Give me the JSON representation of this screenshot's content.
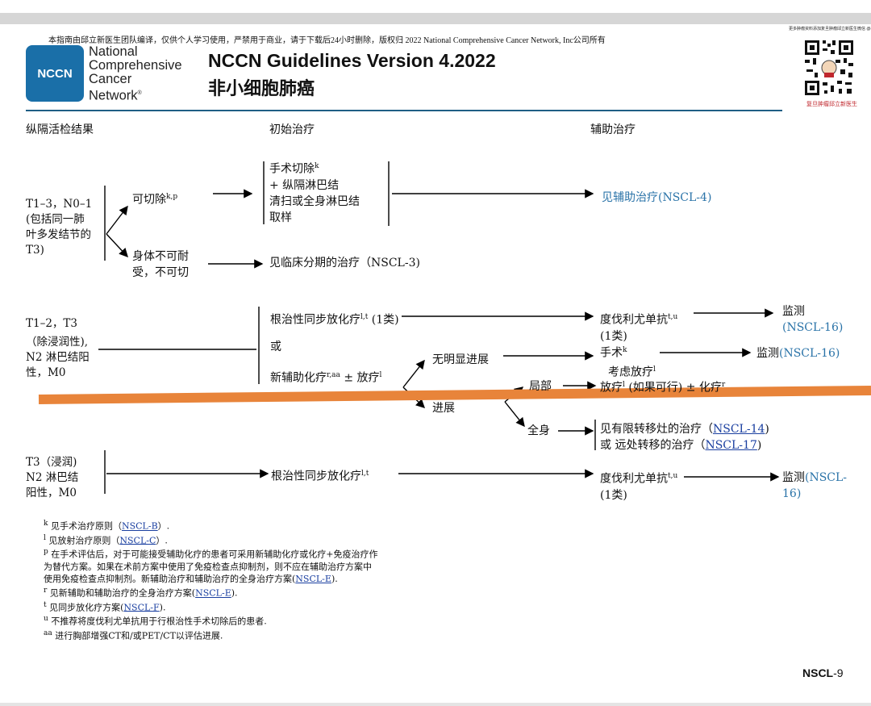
{
  "disclaimer": "本指南由邱立新医生团队编译，仅供个人学习使用，严禁用于商业，请于下载后24小时删除，版权归  2022 National Comprehensive Cancer Network, Inc公司所有",
  "logo": {
    "mark": "NCCN",
    "org_lines": [
      "National",
      "Comprehensive",
      "Cancer",
      "Network"
    ]
  },
  "header": {
    "title": "NCCN Guidelines Version 4.2022",
    "subtitle": "非小细胞肺癌"
  },
  "qr": {
    "top_text": "更多肿瘤资料添加复旦肿瘤邱立新医生微信 @eilidoong以提：13918015920",
    "bottom_text": "复旦肿瘤邱立新医生"
  },
  "columns": {
    "c1": "纵隔活检结果",
    "c2": "初始治疗",
    "c3": "辅助治疗"
  },
  "row1": {
    "condition": [
      "T1–3，N0–1",
      "(包括同一肺",
      "叶多发结节的",
      "T3)"
    ],
    "resectable": "可切除",
    "resectable_sup": "k,p",
    "surgery": [
      "手术切除",
      "+ 纵隔淋巴结",
      "清扫或全身淋巴结",
      "取样"
    ],
    "surgery_sup": "k",
    "adjuvant": "见辅助治疗(NSCL-4)",
    "intolerant": [
      "身体不可耐",
      "受，不可切"
    ],
    "clinical_stage": "见临床分期的治疗（NSCL-3)"
  },
  "row2": {
    "condition": [
      "T1–2，T3",
      "（除浸润性),",
      "N2 淋巴结阳",
      "性，M0"
    ],
    "chemo_rt": "根治性同步放化疗",
    "chemo_rt_sup": "l,t",
    "chemo_rt_cat": " (1类)",
    "or": "或",
    "neo": "新辅助化疗",
    "neo_sup": "r,aa",
    "neo_mid": " ± 放疗",
    "neo_sup2": "l",
    "durva": "度伐利尤单抗",
    "durva_sup": "t,u",
    "durva_cat": "(1类)",
    "monitor": "监测",
    "monitor_ref": "(NSCL-16)",
    "no_prog": "无明显进展",
    "surgery": "手术",
    "surgery_sup": "k",
    "consider_rt": "考虑放疗",
    "consider_rt_sup": "l",
    "monitor2": "监测",
    "monitor2_ref": "(NSCL-16)",
    "prog": "进展",
    "local": "局部",
    "local_tx": "放疗",
    "local_tx_sup": "l",
    "local_tx_mid": " (如果可行) ± 化疗",
    "local_tx_sup2": "r",
    "systemic": "全身",
    "sys_line1_pre": "见有限转移灶的治疗（",
    "sys_line1_link": "NSCL-14",
    "sys_line1_post": ")",
    "sys_line2_pre": "或  远处转移的治疗（",
    "sys_line2_link": "NSCL-17",
    "sys_line2_post": ")"
  },
  "row3": {
    "condition": [
      "T3（浸润)",
      "N2 淋巴结",
      "阳性，M0"
    ],
    "chemo_rt": "根治性同步放化疗",
    "chemo_rt_sup": "l,t",
    "durva": "度伐利尤单抗",
    "durva_sup": "t,u",
    "durva_cat": "(1类)",
    "monitor": "监测",
    "monitor_ref": "(NSCL-",
    "monitor_ref2": "16)"
  },
  "footnotes": [
    {
      "key": "k",
      "pre": " 见手术治疗原则（",
      "link": "NSCL-B",
      "post": "）."
    },
    {
      "key": "l",
      "pre": " 见放射治疗原则（",
      "link": "NSCL-C",
      "post": "）."
    },
    {
      "key": "p",
      "pre": " 在手术评估后，对于可能接受辅助化疗的患者可采用新辅助化疗或化疗+免疫治疗作",
      "link": "",
      "post": ""
    },
    {
      "key": "",
      "pre": "为替代方案。如果在术前方案中使用了免疫检查点抑制剂，则不应在辅助治疗方案中",
      "link": "",
      "post": ""
    },
    {
      "key": "",
      "pre": "使用免疫检查点抑制剂。新辅助治疗和辅助治疗的全身治疗方案(",
      "link": "NSCL-E",
      "post": ")."
    },
    {
      "key": "r",
      "pre": " 见新辅助和辅助治疗的全身治疗方案(",
      "link": "NSCL-E",
      "post": ")."
    },
    {
      "key": "t",
      "pre": " 见同步放化疗方案(",
      "link": "NSCL-F",
      "post": ")."
    },
    {
      "key": "u",
      "pre": " 不推荐将度伐利尤单抗用于行根治性手术切除后的患者.",
      "link": "",
      "post": ""
    },
    {
      "key": "aa",
      "pre": "  进行胸部增强CT和/或PET/CT以评估进展.",
      "link": "",
      "post": ""
    }
  ],
  "page": {
    "prefix": "NSCL",
    "num": "-9"
  },
  "colors": {
    "accent": "#1f5f85",
    "link": "#2a73a8",
    "overlay_line": "#e8843a"
  }
}
